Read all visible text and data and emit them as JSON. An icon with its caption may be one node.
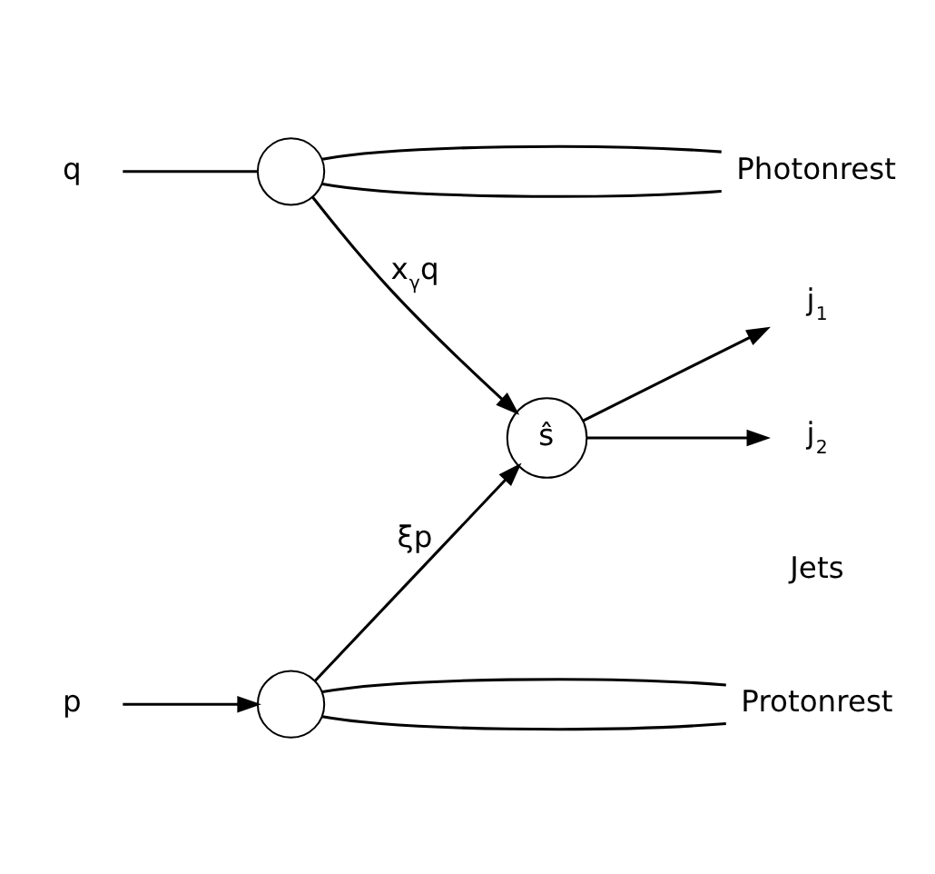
{
  "diagram": {
    "nodes": [
      {
        "text": [
          "q"
        ]
      },
      {
        "text": [],
        "shape": "circle"
      },
      {
        "text": [
          "Photonrest"
        ]
      },
      {
        "text": [
          "ŝ"
        ]
      },
      {
        "text": [
          "j$_{1}$"
        ]
      },
      {
        "text": [
          "j$_{2}$"
        ]
      },
      {
        "text": [
          "p"
        ]
      },
      {
        "text": [],
        "shape": "circle"
      },
      {
        "text": [
          "Protonrest"
        ]
      }
    ],
    "edges": [
      {
        "from": 0,
        "to": 1,
        "arrow": "none"
      },
      {
        "from": 1,
        "to": 2,
        "arrow": "none"
      },
      {
        "from": 1,
        "to": 2,
        "arrow": "none"
      },
      {
        "from": 1,
        "to": 3,
        "arrow": "to",
        "label": "x$_{γ}$q"
      },
      {
        "from": 3,
        "to": 4,
        "arrow": "to"
      },
      {
        "from": 3,
        "to": 5,
        "arrow": "to"
      },
      {
        "from": 6,
        "to": 7,
        "arrow": "to"
      },
      {
        "from": 7,
        "to": 3,
        "arrow": "to",
        "label": "ξp"
      },
      {
        "from": 7,
        "to": 8,
        "arrow": "none"
      },
      {
        "from": 7,
        "to": 8,
        "arrow": "none"
      }
    ],
    "labels": [
      "Jets"
    ]
  }
}
